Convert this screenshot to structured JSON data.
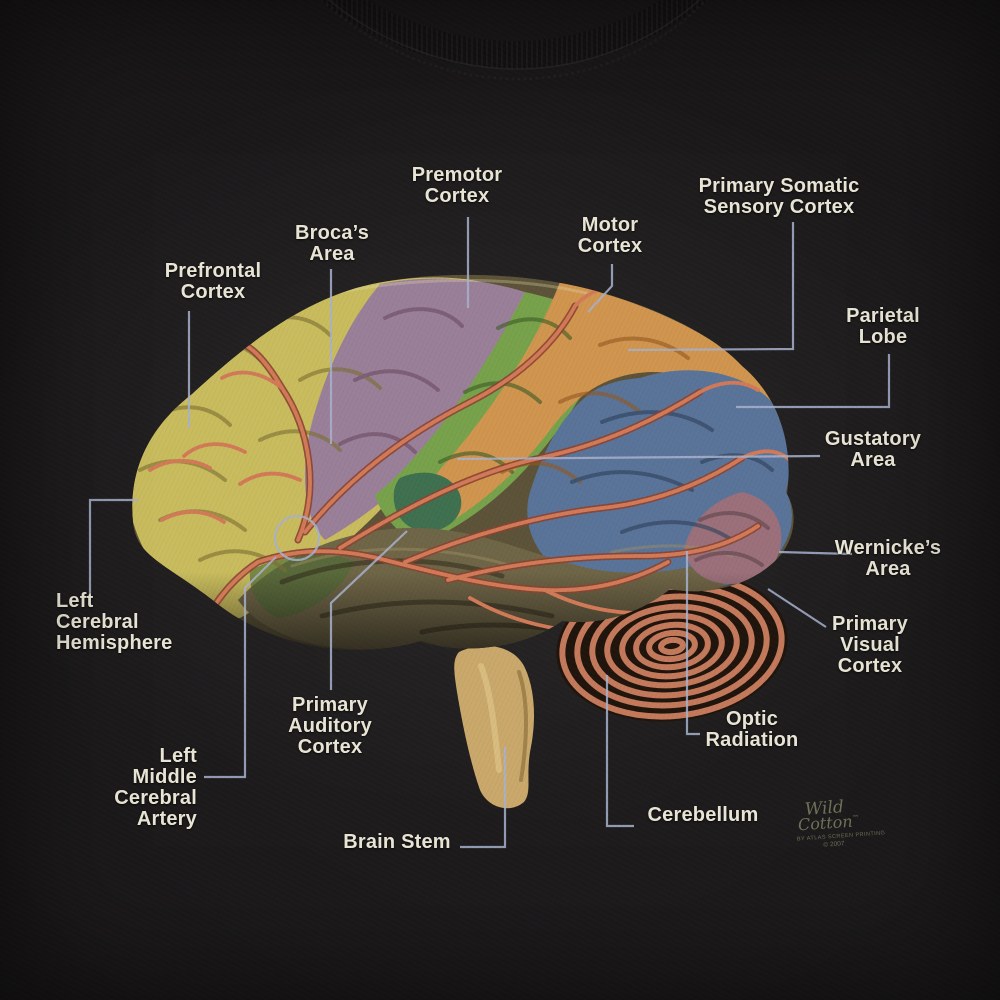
{
  "labels": [
    {
      "id": "left-cerebral-hemisphere",
      "text": "Left\nCerebral\nHemisphere"
    },
    {
      "id": "left-middle-cerebral-artery",
      "text": "Left\nMiddle\nCerebral\nArtery"
    },
    {
      "id": "prefrontal-cortex",
      "text": "Prefrontal\nCortex"
    },
    {
      "id": "brocas-area",
      "text": "Broca’s\nArea"
    },
    {
      "id": "premotor-cortex",
      "text": "Premotor\nCortex"
    },
    {
      "id": "motor-cortex",
      "text": "Motor\nCortex"
    },
    {
      "id": "primary-somatic-sensory-cortex",
      "text": "Primary Somatic\nSensory Cortex"
    },
    {
      "id": "parietal-lobe",
      "text": "Parietal\nLobe"
    },
    {
      "id": "gustatory-area",
      "text": "Gustatory\nArea"
    },
    {
      "id": "wernickes-area",
      "text": "Wernicke’s\nArea"
    },
    {
      "id": "primary-visual-cortex",
      "text": "Primary\nVisual\nCortex"
    },
    {
      "id": "optic-radiation",
      "text": "Optic\nRadiation"
    },
    {
      "id": "cerebellum",
      "text": "Cerebellum"
    },
    {
      "id": "brain-stem",
      "text": "Brain Stem"
    },
    {
      "id": "primary-auditory-cortex",
      "text": "Primary\nAuditory\nCortex"
    }
  ],
  "brand": {
    "line1": "Wild",
    "line2": "Cotton",
    "trademark": "™",
    "byline": "BY ATLAS SCREEN PRINTING",
    "copyright": "© 2007"
  },
  "colors": {
    "background": "#1a1819",
    "label_text": "#eae6d6",
    "leader_line": "#a8b2cd",
    "brand_text": "#6e7257",
    "regions": {
      "frontal": "#c9bc5e",
      "premotor": "#9a7f98",
      "motor": "#77a24b",
      "somatosensory": "#d0954f",
      "parietal": "#5a7499",
      "occipital": "#9b707a",
      "gustatory": "#3f7050",
      "temporal": "#6f6547",
      "cerebellum": "#c4795b",
      "brainstem": "#caa86b",
      "artery": "#d27a58"
    }
  }
}
